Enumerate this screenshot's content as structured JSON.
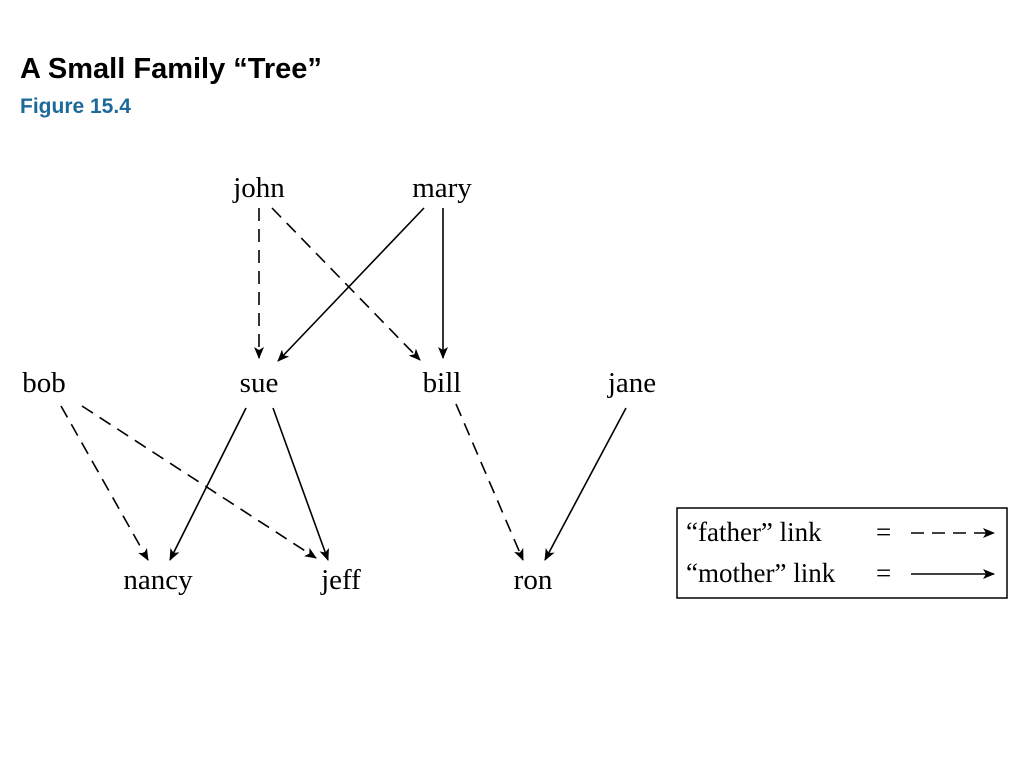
{
  "title": "A Small Family “Tree”",
  "subtitle": "Figure 15.4",
  "colors": {
    "subtitle": "#1d6a9a",
    "ink": "#000000"
  },
  "nodes": {
    "john": "john",
    "mary": "mary",
    "bob": "bob",
    "sue": "sue",
    "bill": "bill",
    "jane": "jane",
    "nancy": "nancy",
    "jeff": "jeff",
    "ron": "ron"
  },
  "edges": [
    {
      "from": "john",
      "to": "sue",
      "type": "father"
    },
    {
      "from": "john",
      "to": "bill",
      "type": "father"
    },
    {
      "from": "mary",
      "to": "sue",
      "type": "mother"
    },
    {
      "from": "mary",
      "to": "bill",
      "type": "mother"
    },
    {
      "from": "bob",
      "to": "nancy",
      "type": "father"
    },
    {
      "from": "bob",
      "to": "jeff",
      "type": "father"
    },
    {
      "from": "sue",
      "to": "nancy",
      "type": "mother"
    },
    {
      "from": "sue",
      "to": "jeff",
      "type": "mother"
    },
    {
      "from": "bill",
      "to": "ron",
      "type": "father"
    },
    {
      "from": "jane",
      "to": "ron",
      "type": "mother"
    }
  ],
  "legend": {
    "father_label": "“father” link",
    "mother_label": "“mother” link",
    "equals": "="
  }
}
